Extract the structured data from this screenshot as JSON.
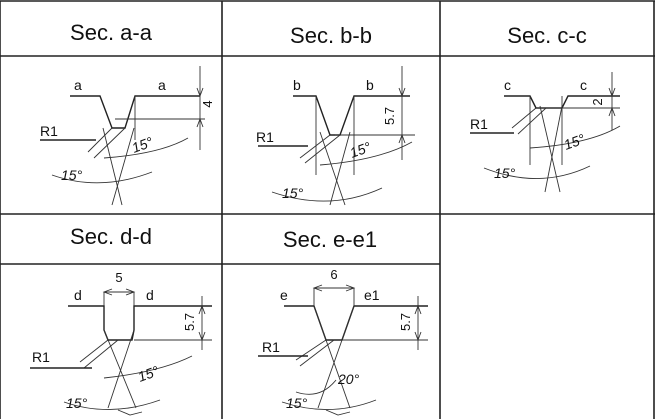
{
  "sections": [
    {
      "header": "Sec. a-a",
      "left_mark": "a",
      "right_mark": "a",
      "radius": "R1",
      "depth": "4",
      "angle_right": "15°",
      "angle_bottom": "15°"
    },
    {
      "header": "Sec. b-b",
      "left_mark": "b",
      "right_mark": "b",
      "radius": "R1",
      "depth": "5.7",
      "angle_right": "15°",
      "angle_bottom": "15°"
    },
    {
      "header": "Sec. c-c",
      "left_mark": "c",
      "right_mark": "c",
      "radius": "R1",
      "depth": "2",
      "angle_right": "15°",
      "angle_bottom": "15°"
    },
    {
      "header": "Sec. d-d",
      "left_mark": "d",
      "right_mark": "d",
      "radius": "R1",
      "depth": "5.7",
      "width": "5",
      "angle_right": "15°",
      "angle_bottom": "15°"
    },
    {
      "header": "Sec. e-e1",
      "left_mark": "e",
      "right_mark": "e1",
      "radius": "R1",
      "depth": "5.7",
      "width": "6",
      "angle_right": "20°",
      "angle_bottom": "15°"
    }
  ]
}
